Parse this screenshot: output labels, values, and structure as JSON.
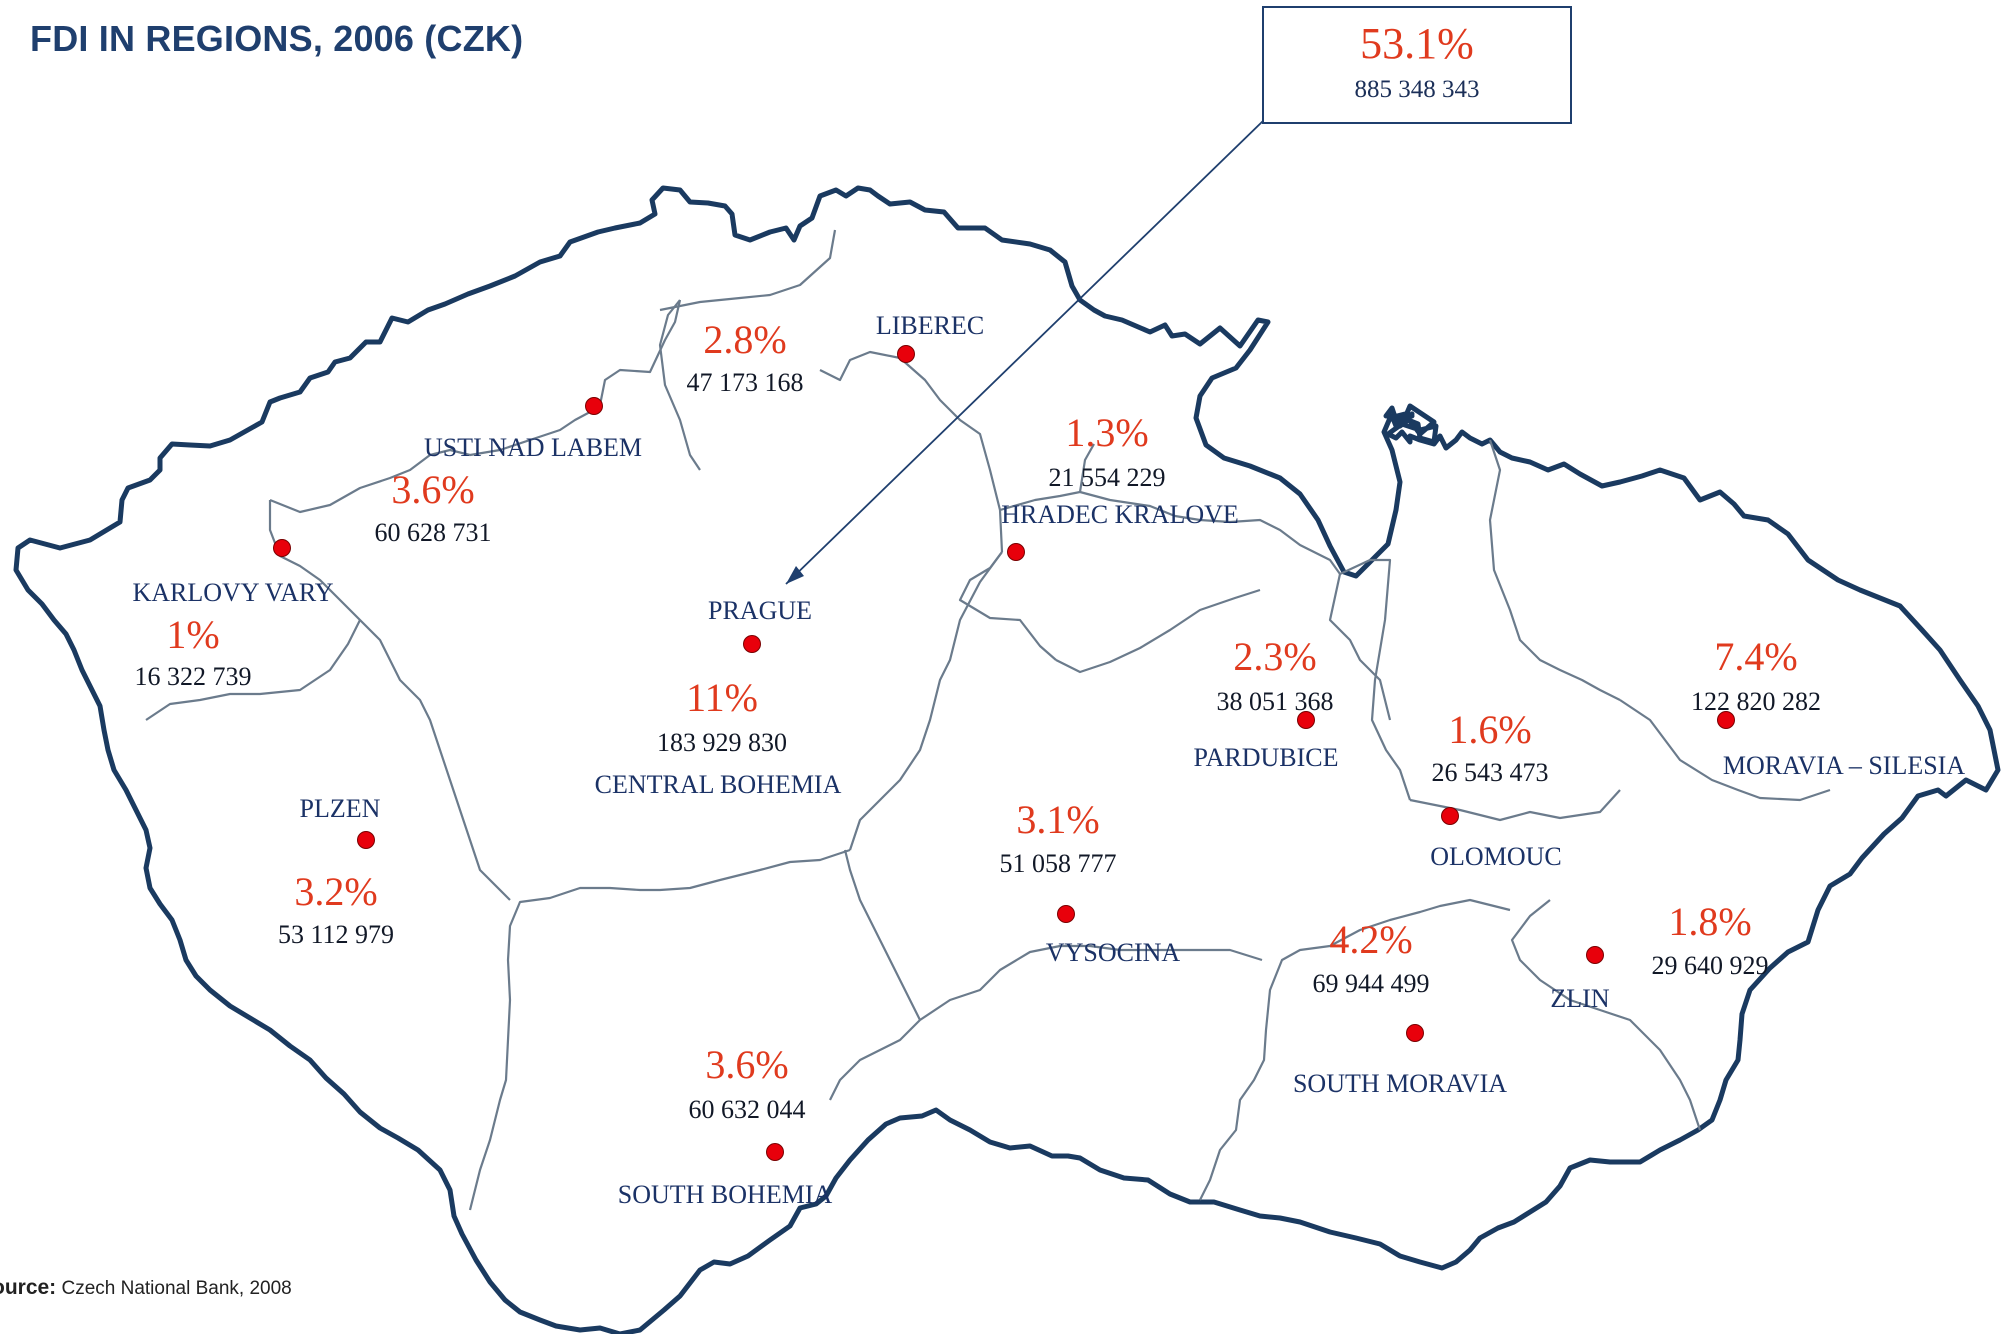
{
  "title": "FDI IN REGIONS, 2006 (CZK)",
  "source": {
    "label": "ource:",
    "text": "Czech National Bank, 2008"
  },
  "callout": {
    "pct": "53.1%",
    "value": "885 348 343"
  },
  "colors": {
    "title": "#1f3f6e",
    "percent": "#e03a1e",
    "region_name": "#1b3266",
    "dot": "#e8000b",
    "border": "#1a3a60"
  },
  "regions": [
    {
      "name": "LIBEREC",
      "pct": "2.8%",
      "value": "47 173 168"
    },
    {
      "name": "USTI NAD LABEM",
      "pct": "3.6%",
      "value": "60 628 731"
    },
    {
      "name": "KARLOVY VARY",
      "pct": "1%",
      "value": "16 322 739"
    },
    {
      "name": "PRAGUE",
      "pct": "11%",
      "value": "183 929 830"
    },
    {
      "name": "CENTRAL BOHEMIA",
      "pct": "",
      "value": ""
    },
    {
      "name": "HRADEC KRALOVE",
      "pct": "1.3%",
      "value": "21 554 229"
    },
    {
      "name": "PARDUBICE",
      "pct": "2.3%",
      "value": "38 051 368"
    },
    {
      "name": "OLOMOUC",
      "pct": "1.6%",
      "value": "26 543 473"
    },
    {
      "name": "MORAVIA – SILESIA",
      "pct": "7.4%",
      "value": "122 820 282"
    },
    {
      "name": "PLZEN",
      "pct": "3.2%",
      "value": "53 112 979"
    },
    {
      "name": "VYSOCINA",
      "pct": "3.1%",
      "value": "51 058 777"
    },
    {
      "name": "SOUTH MORAVIA",
      "pct": "4.2%",
      "value": "69 944 499"
    },
    {
      "name": "ZLIN",
      "pct": "1.8%",
      "value": "29 640 929"
    },
    {
      "name": "SOUTH BOHEMIA",
      "pct": "3.6%",
      "value": "60 632 044"
    }
  ]
}
